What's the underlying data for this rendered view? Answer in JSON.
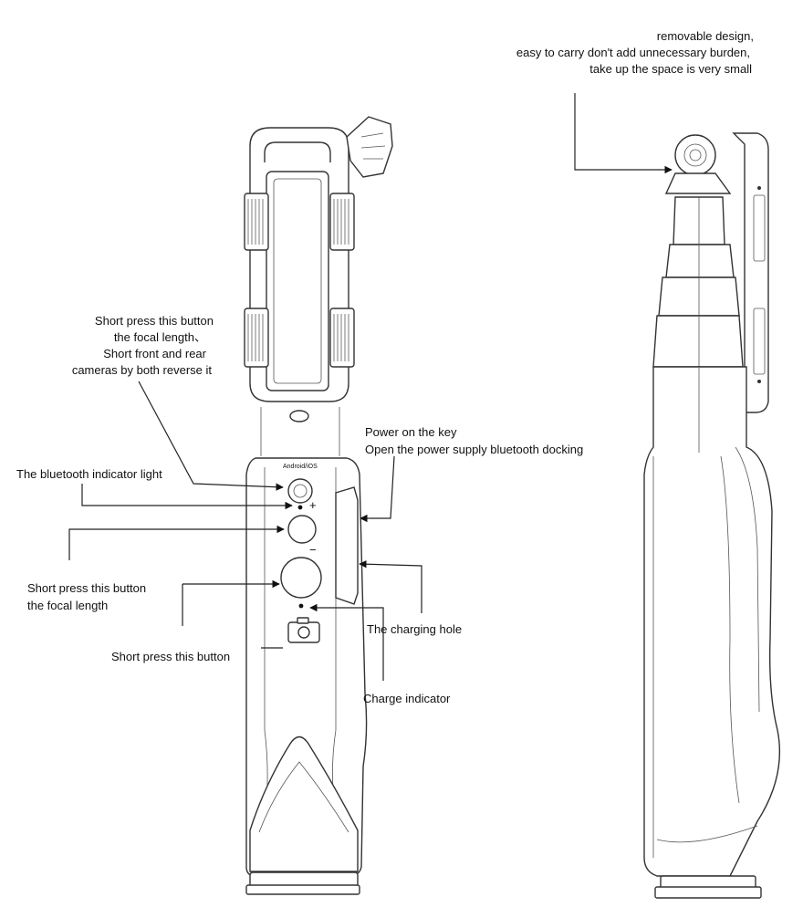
{
  "annotations": {
    "removable": [
      "removable design,",
      "easy to carry don't add unnecessary burden,",
      "take up the space is very small"
    ],
    "focal_reverse": [
      "Short press this button",
      "the focal length、",
      "Short front and rear",
      "cameras by both reverse it"
    ],
    "bt_light": "The bluetooth indicator light",
    "power": [
      "Power on the key",
      "Open the power supply bluetooth docking"
    ],
    "focal": [
      "Short press this button",
      "the focal length"
    ],
    "charging_hole": "The charging hole",
    "shutter": "Short press this button",
    "charge_indicator": "Charge indicator"
  },
  "device": {
    "android_ios": "Android/iOS",
    "plus": "+",
    "minus": "−"
  }
}
